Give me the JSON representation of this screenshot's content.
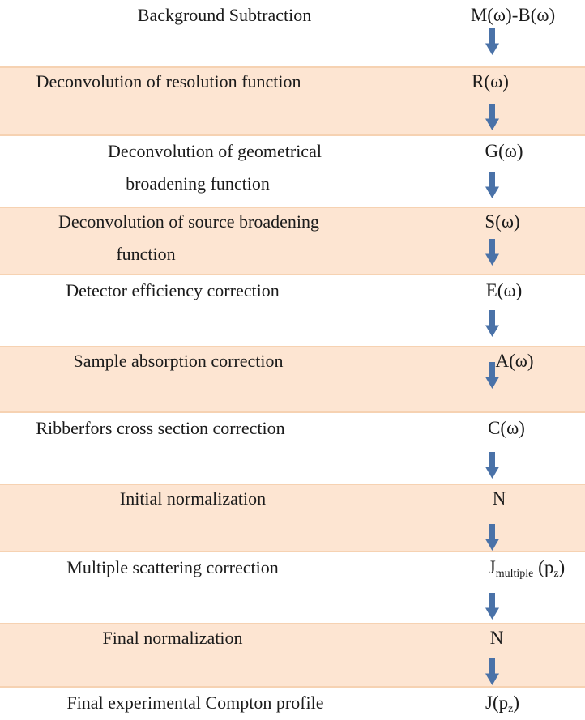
{
  "figure": {
    "type": "flowchart",
    "description": "Compton profile data processing flow",
    "steps": [
      {
        "label_lines": [
          "Background Subtraction"
        ],
        "formula": [
          {
            "t": "M(ω)-B(ω)"
          }
        ],
        "has_arrow": true
      },
      {
        "label_lines": [
          "Deconvolution of resolution function"
        ],
        "formula": [
          {
            "t": "R(ω)"
          }
        ],
        "has_arrow": true
      },
      {
        "label_lines": [
          "Deconvolution of geometrical",
          "broadening function"
        ],
        "formula": [
          {
            "t": "G(ω)"
          }
        ],
        "has_arrow": true
      },
      {
        "label_lines": [
          "Deconvolution of source broadening",
          "function"
        ],
        "formula": [
          {
            "t": "S(ω)"
          }
        ],
        "has_arrow": true
      },
      {
        "label_lines": [
          "Detector efficiency correction"
        ],
        "formula": [
          {
            "t": "E(ω)"
          }
        ],
        "has_arrow": true
      },
      {
        "label_lines": [
          "Sample absorption correction"
        ],
        "formula": [
          {
            "t": "A(ω)"
          }
        ],
        "has_arrow": true
      },
      {
        "label_lines": [
          "Ribberfors cross section correction"
        ],
        "formula": [
          {
            "t": "C(ω)"
          }
        ],
        "has_arrow": true
      },
      {
        "label_lines": [
          "Initial normalization"
        ],
        "formula": [
          {
            "t": "N"
          }
        ],
        "has_arrow": true
      },
      {
        "label_lines": [
          "Multiple scattering correction"
        ],
        "formula": [
          {
            "t": "J"
          },
          {
            "t": "multiple",
            "sub": true
          },
          {
            "t": " (p"
          },
          {
            "t": "z",
            "sub": true
          },
          {
            "t": ")"
          }
        ],
        "has_arrow": true
      },
      {
        "label_lines": [
          "Final normalization"
        ],
        "formula": [
          {
            "t": "N"
          }
        ],
        "has_arrow": true
      },
      {
        "label_lines": [
          "Final experimental Compton profile"
        ],
        "formula": [
          {
            "t": "J(p"
          },
          {
            "t": "z",
            "sub": true
          },
          {
            "t": ")"
          }
        ],
        "has_arrow": false
      }
    ],
    "colors": {
      "band_peach": "#fde5d2",
      "band_peach_edge": "#f6d2b2",
      "band_white": "#ffffff",
      "arrow_blue": "#4a72a8",
      "text": "#1b1b1b"
    },
    "icons": {
      "down_arrow": "down-arrow-icon"
    }
  }
}
